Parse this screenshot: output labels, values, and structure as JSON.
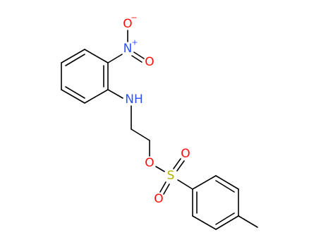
{
  "molecule": {
    "atoms": {
      "nitro_o_top": {
        "symbol": "O",
        "color": "#ff0d0d"
      },
      "nitro_o_right": {
        "symbol": "O",
        "color": "#ff0d0d"
      },
      "nitro_n": {
        "symbol": "N",
        "color": "#3050f8"
      },
      "nitro_n_charge": {
        "symbol": "+",
        "color": "#3050f8"
      },
      "nitro_o_minus": {
        "symbol": "−",
        "color": "#ff0d0d"
      },
      "amine": {
        "symbol": "NH",
        "color": "#3050f8"
      },
      "ester_o": {
        "symbol": "O",
        "color": "#ff0d0d"
      },
      "sulfur": {
        "symbol": "S",
        "color": "#b2b200"
      },
      "sulfonyl_o_top": {
        "symbol": "O",
        "color": "#ff0d0d"
      },
      "sulfonyl_o_bottom": {
        "symbol": "O",
        "color": "#ff0d0d"
      }
    },
    "bond_color": "#000000"
  }
}
